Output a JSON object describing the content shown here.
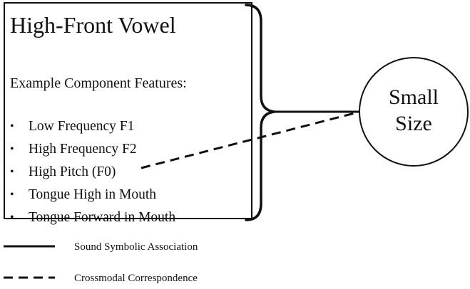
{
  "box": {
    "title": "High-Front Vowel",
    "subtitle": "Example Component Features:",
    "features": [
      "Low Frequency F1",
      "High Frequency F2",
      "High Pitch (F0)",
      "Tongue High in Mouth",
      "Tongue Forward in Mouth"
    ],
    "bullet": "•"
  },
  "circle": {
    "line1": "Small",
    "line2": "Size"
  },
  "legend": {
    "solid_label": "Sound Symbolic Association",
    "dashed_label": "Crossmodal Correspondence"
  }
}
